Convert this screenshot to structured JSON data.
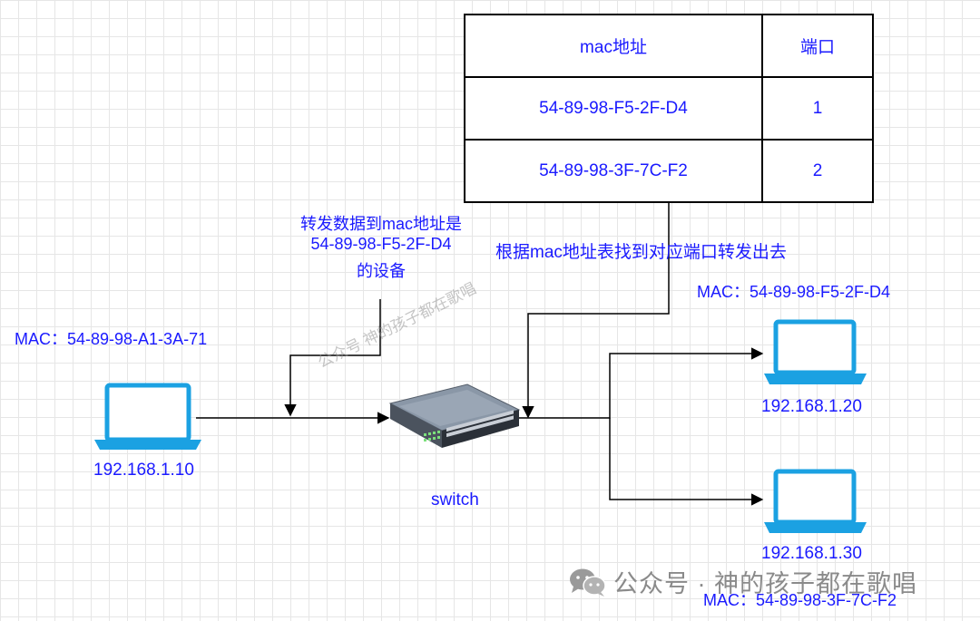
{
  "mac_table": {
    "header": {
      "mac": "mac地址",
      "port": "端口"
    },
    "rows": [
      {
        "mac": "54-89-98-F5-2F-D4",
        "port": "1"
      },
      {
        "mac": "54-89-98-3F-7C-F2",
        "port": "2"
      }
    ]
  },
  "labels": {
    "forward_line1": "转发数据到mac地址是",
    "forward_line2": "54-89-98-F5-2F-D4",
    "forward_line3": "的设备",
    "lookup": "根据mac地址表找到对应端口转发出去",
    "switch": "switch",
    "sender_mac": "MAC：54-89-98-A1-3A-71",
    "sender_ip": "192.168.1.10",
    "host20_mac": "MAC：54-89-98-F5-2F-D4",
    "host20_ip": "192.168.1.20",
    "host30_ip": "192.168.1.30",
    "host30_mac": "MAC：54-89-98-3F-7C-F2"
  },
  "watermarks": {
    "diagonal": "公众号  神的孩子都在歌唱",
    "bottom": "公众号 · 神的孩子都在歌唱"
  },
  "colors": {
    "text_blue": "#1a1aff",
    "laptop_blue": "#1ba1e2",
    "line": "#000000"
  }
}
